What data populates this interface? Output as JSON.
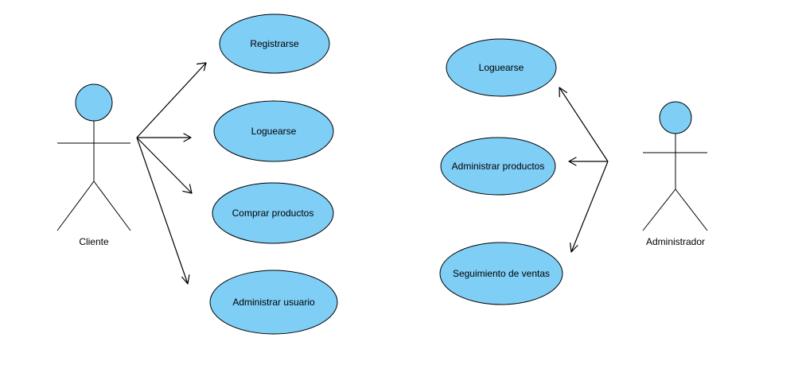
{
  "colors": {
    "use_case_fill": "#7fcef6",
    "actor_head_fill": "#7fcef6",
    "stroke": "#000000",
    "background": "#ffffff"
  },
  "actors": {
    "cliente": {
      "label": "Cliente"
    },
    "administrador": {
      "label": "Administrador"
    }
  },
  "use_cases": {
    "cliente": [
      {
        "id": "registrarse",
        "label": "Registrarse"
      },
      {
        "id": "loguearse",
        "label": "Loguearse"
      },
      {
        "id": "comprar-productos",
        "label": "Comprar productos"
      },
      {
        "id": "administrar-usuario",
        "label": "Administrar usuario"
      }
    ],
    "administrador": [
      {
        "id": "loguearse",
        "label": "Loguearse"
      },
      {
        "id": "administrar-productos",
        "label": "Administrar productos"
      },
      {
        "id": "seguimiento-de-ventas",
        "label": "Seguimiento de ventas"
      }
    ]
  }
}
